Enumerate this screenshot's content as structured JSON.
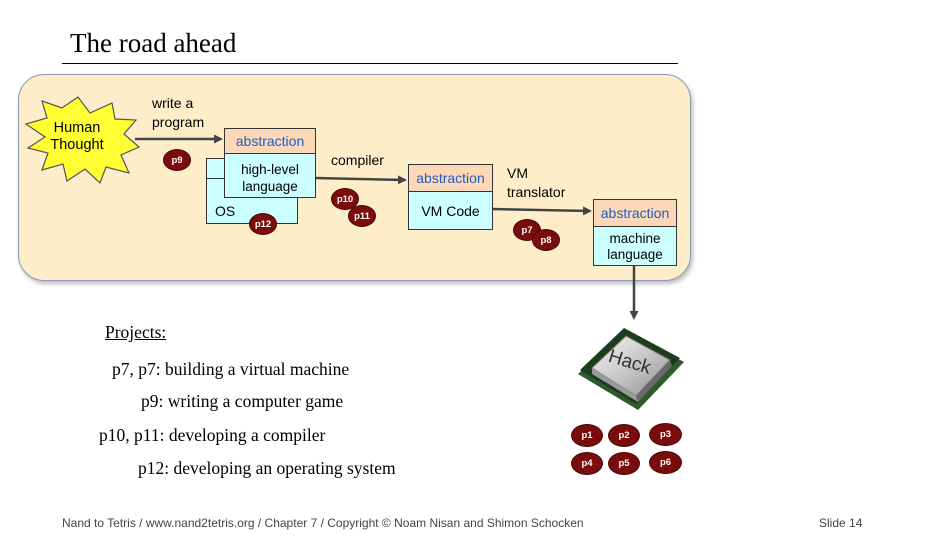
{
  "slide": {
    "title": "The road ahead",
    "footer": "Nand to Tetris / www.nand2tetris.org / Chapter 7 / Copyright © Noam Nisan and Shimon Schocken",
    "slide_number": "Slide 14"
  },
  "diagram": {
    "human_thought": [
      "Human",
      "Thought"
    ],
    "write_program": [
      "write a",
      "program"
    ],
    "compiler_label": "compiler",
    "vm_translator": [
      "VM",
      "translator"
    ],
    "abstraction": "abstraction",
    "high_level": [
      "high-level",
      "language"
    ],
    "os": "OS",
    "vm_code": "VM Code",
    "machine_language": [
      "machine",
      "language"
    ],
    "hack": "Hack"
  },
  "badges": {
    "p9": "p9",
    "p10": "p10",
    "p11": "p11",
    "p12": "p12",
    "p7": "p7",
    "p8": "p8",
    "hw": [
      "p1",
      "p2",
      "p3",
      "p4",
      "p5",
      "p6"
    ]
  },
  "projects": {
    "heading": "Projects:",
    "items": [
      "p7, p7:  building a virtual machine",
      "p9:  writing a computer game",
      "p10, p11:  developing a compiler",
      "p12:  developing an operating system"
    ]
  },
  "colors": {
    "badge": "#7a0c0c",
    "panel": "#fdeec9",
    "abstraction_header": "#fcd8b8",
    "box_fill": "#ccffff",
    "abstraction_text": "#1f5fbf",
    "burst": "#ffff33"
  }
}
